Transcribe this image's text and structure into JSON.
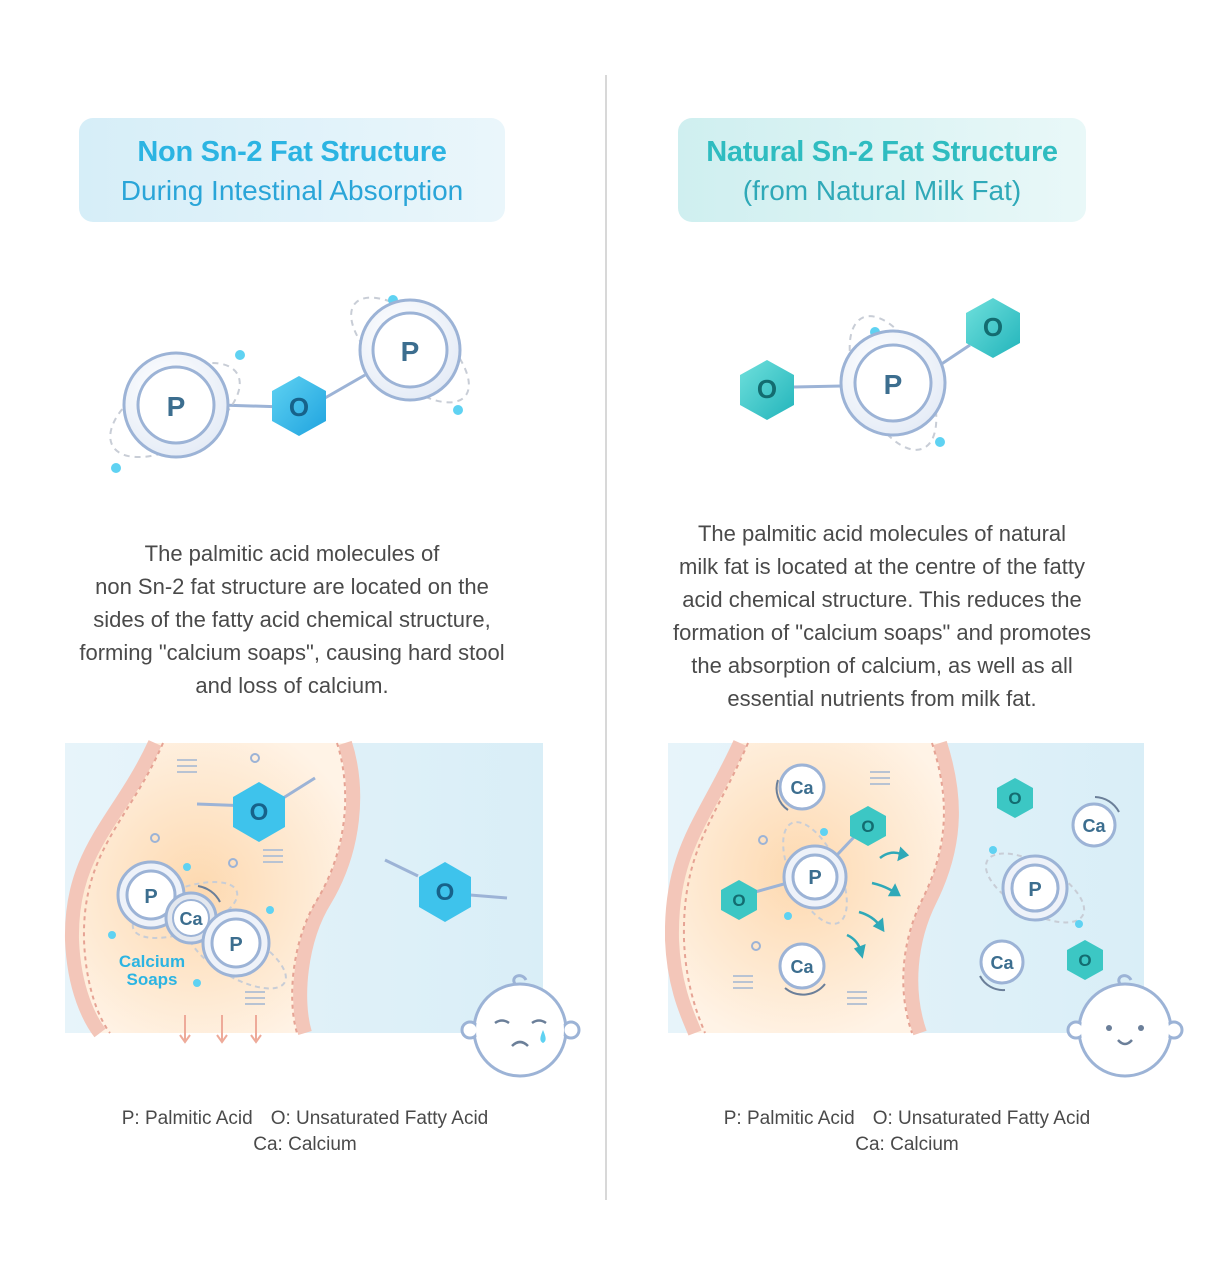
{
  "left": {
    "title": "Non Sn-2 Fat Structure",
    "subtitle": "During Intestinal Absorption",
    "molecule_labels": {
      "p1": "P",
      "o": "O",
      "p2": "P"
    },
    "description": "The palmitic acid molecules of non Sn-2 fat structure are located on the sides of the fatty acid chemical structure, forming \"calcium soaps\", causing hard stool and loss of calcium.",
    "description_lines": [
      "The palmitic acid molecules of",
      "non Sn-2 fat structure are located on the",
      "sides of the fatty acid chemical structure,",
      "forming \"calcium soaps\", causing hard stool",
      "and loss of calcium."
    ],
    "scene": {
      "calcium_soaps_label_line1": "Calcium",
      "calcium_soaps_label_line2": "Soaps",
      "p_label": "P",
      "ca_label": "Ca",
      "o_label": "O",
      "baby_mood": "sad"
    },
    "legend": {
      "palmitic": "P: Palmitic Acid",
      "unsaturated": "O: Unsaturated Fatty Acid",
      "calcium": "Ca: Calcium"
    }
  },
  "right": {
    "title": "Natural Sn-2 Fat Structure",
    "subtitle": "(from Natural Milk Fat)",
    "molecule_labels": {
      "o1": "O",
      "p": "P",
      "o2": "O"
    },
    "description": "The palmitic acid molecules of natural milk fat is located at the centre of the fatty acid chemical structure. This reduces the formation of \"calcium soaps\" and promotes the absorption of calcium, as well as all essential nutrients from milk fat.",
    "description_lines": [
      "The palmitic acid molecules of natural",
      "milk fat is located at the centre of the fatty",
      "acid chemical structure. This reduces the",
      "formation of \"calcium soaps\" and promotes",
      "the absorption of calcium, as well as all",
      "essential nutrients from milk fat."
    ],
    "scene": {
      "p_label": "P",
      "ca_label": "Ca",
      "o_label": "O",
      "baby_mood": "happy"
    },
    "legend": {
      "palmitic": "P: Palmitic Acid",
      "unsaturated": "O: Unsaturated Fatty Acid",
      "calcium": "Ca: Calcium"
    }
  },
  "colors": {
    "blue_accent": "#2cb4e2",
    "teal_accent": "#2fbcc0",
    "ring": "#9cb3d6",
    "gut_wall": "#f3c6b9",
    "gut_inner": "#fde6cc",
    "lumen": "#e0f1f8",
    "text": "#4a4a4a"
  }
}
